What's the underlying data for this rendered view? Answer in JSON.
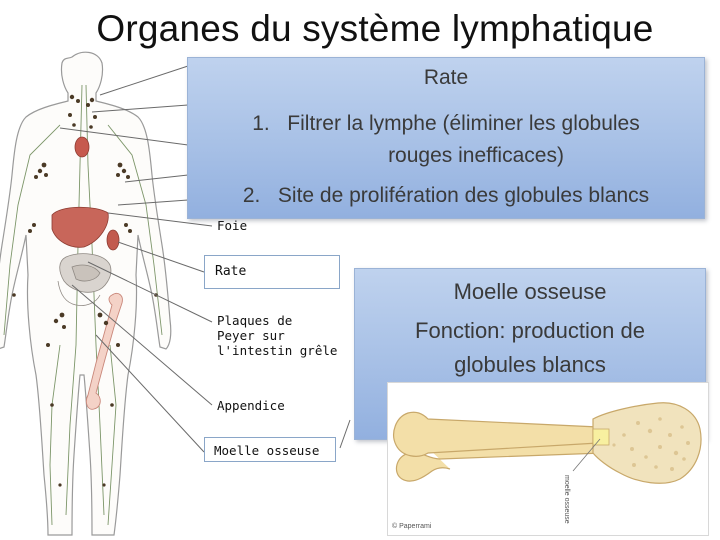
{
  "title": "Organes du système lymphatique",
  "labels": {
    "foie": "Foie",
    "rate": "Rate",
    "plaques": [
      "Plaques de",
      "Peyer sur",
      "l'intestin grêle"
    ],
    "appendice": "Appendice",
    "moelle": "Moelle osseuse"
  },
  "rate_box": {
    "heading": "Rate",
    "items": [
      {
        "num": "1.",
        "line1": "Filtrer la lymphe (éliminer les globules",
        "line2": "rouges inefficaces)"
      },
      {
        "num": "2.",
        "line1": "Site de prolifération des globules blancs"
      }
    ]
  },
  "moelle_box": {
    "heading": "Moelle osseuse",
    "line1": "Fonction: production de",
    "line2": "globules blancs"
  },
  "bone_image": {
    "label_vertical": "moelle osseuse",
    "copyright": "© Paperrami"
  },
  "colors": {
    "callout": "#a7c0e6",
    "callout_border": "#9bb3d6",
    "bone": "#f3dfa8",
    "organ_red": "#c65a4e",
    "lymph_node": "#4b3a26",
    "body_outline": "#9a9a9a"
  }
}
